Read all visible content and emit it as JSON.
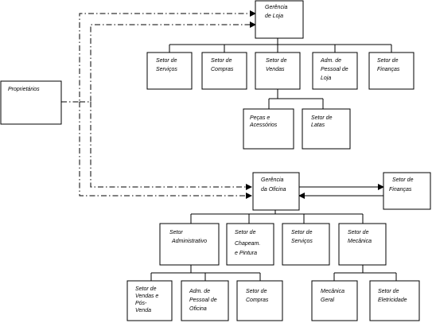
{
  "nodes": {
    "proprietarios": "Proprietários",
    "gerencia_loja": [
      "Gerência",
      "de Loja"
    ],
    "setor_servicos_loja": [
      "Setor de",
      "Serviços"
    ],
    "setor_compras_loja": [
      "Setor de",
      "Compras"
    ],
    "setor_vendas_loja": [
      "Setor de",
      "Vendas"
    ],
    "adm_pessoal_loja": [
      "Adm. de",
      "Pessoal de",
      "Loja"
    ],
    "setor_financas_loja": [
      "Setor de",
      "Finanças"
    ],
    "pecas_acessorios": [
      "Peças e",
      "Acessórios"
    ],
    "setor_latas": [
      "Setor de",
      "Latas"
    ],
    "gerencia_oficina": [
      "Gerência",
      "da Oficina"
    ],
    "setor_financas_oficina": [
      "Setor de",
      "Finanças"
    ],
    "setor_administrativo": [
      "Setor",
      "Administrativo"
    ],
    "setor_chapeam_pintura": [
      "Setor de",
      "Chapeam.",
      "e Pintura"
    ],
    "setor_servicos_oficina": [
      "Setor de",
      "Serviços"
    ],
    "setor_mecanica": [
      "Setor de",
      "Mecânica"
    ],
    "setor_vendas_pos_venda": [
      "Setor de",
      "Vendas e",
      "Pós-",
      "Venda"
    ],
    "adm_pessoal_oficina": [
      "Adm. de",
      "Pessoal de",
      "Oficina"
    ],
    "setor_compras_oficina": [
      "Setor de",
      "Compras"
    ],
    "mecanica_geral": [
      "Mecânica",
      "Geral"
    ],
    "setor_eletricidade": [
      "Setor de",
      "Eletricidade"
    ]
  }
}
